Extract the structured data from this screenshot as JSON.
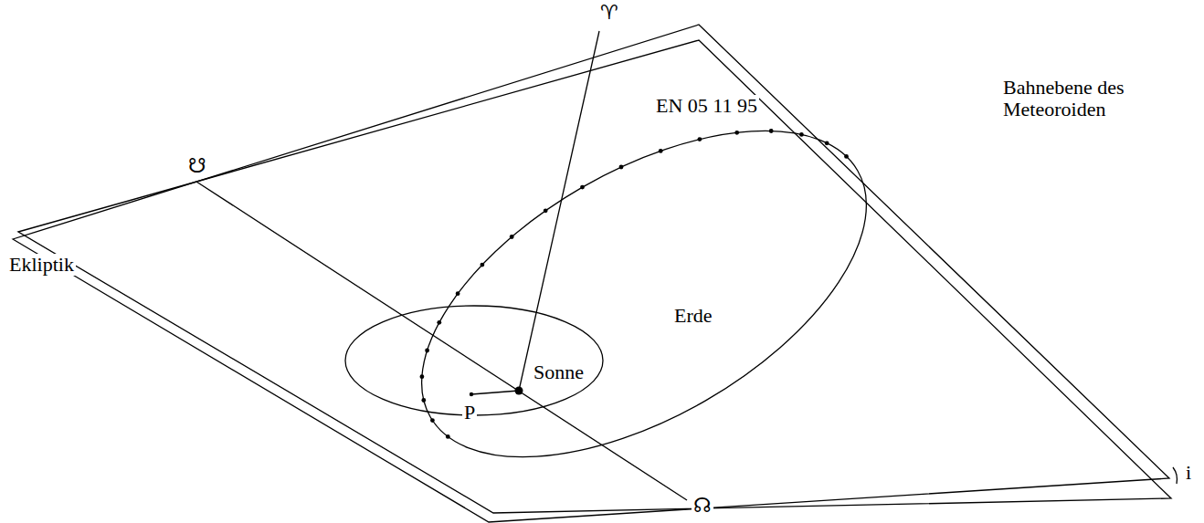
{
  "diagram": {
    "labels": [
      "♈",
      "☋",
      "Ekliptik",
      "EN 05 11 95",
      "Bahnebene des Meteoroiden",
      "Erde",
      "Sonne",
      "P",
      "☊",
      "i"
    ]
  }
}
